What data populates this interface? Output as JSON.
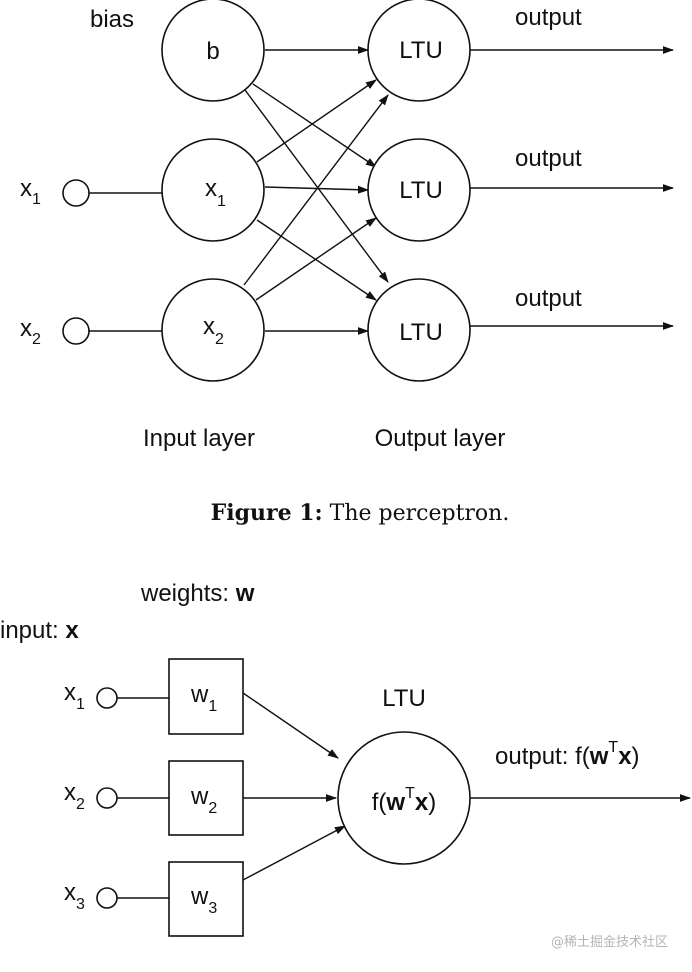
{
  "figure1": {
    "bias_label": "bias",
    "bias_node": "b",
    "x_symbol": "x",
    "input_sub_1": "1",
    "input_sub_2": "2",
    "ltu": "LTU",
    "output": "output",
    "input_layer": "Input layer",
    "output_layer": "Output layer",
    "caption_label": "Figure 1:",
    "caption_text": "The perceptron."
  },
  "figure2": {
    "weights_prefix": "weights: ",
    "weights_symbol": "w",
    "input_prefix": "input: ",
    "input_symbol": "x",
    "x_symbol": "x",
    "w_symbol": "w",
    "sub_1": "1",
    "sub_2": "2",
    "sub_3": "3",
    "ltu": "LTU",
    "f_open": "f(",
    "w_bold": "w",
    "t_sup": "T",
    "x_bold": "x",
    "close": ")",
    "output_prefix": "output: f("
  },
  "watermark": "@稀土掘金技术社区"
}
